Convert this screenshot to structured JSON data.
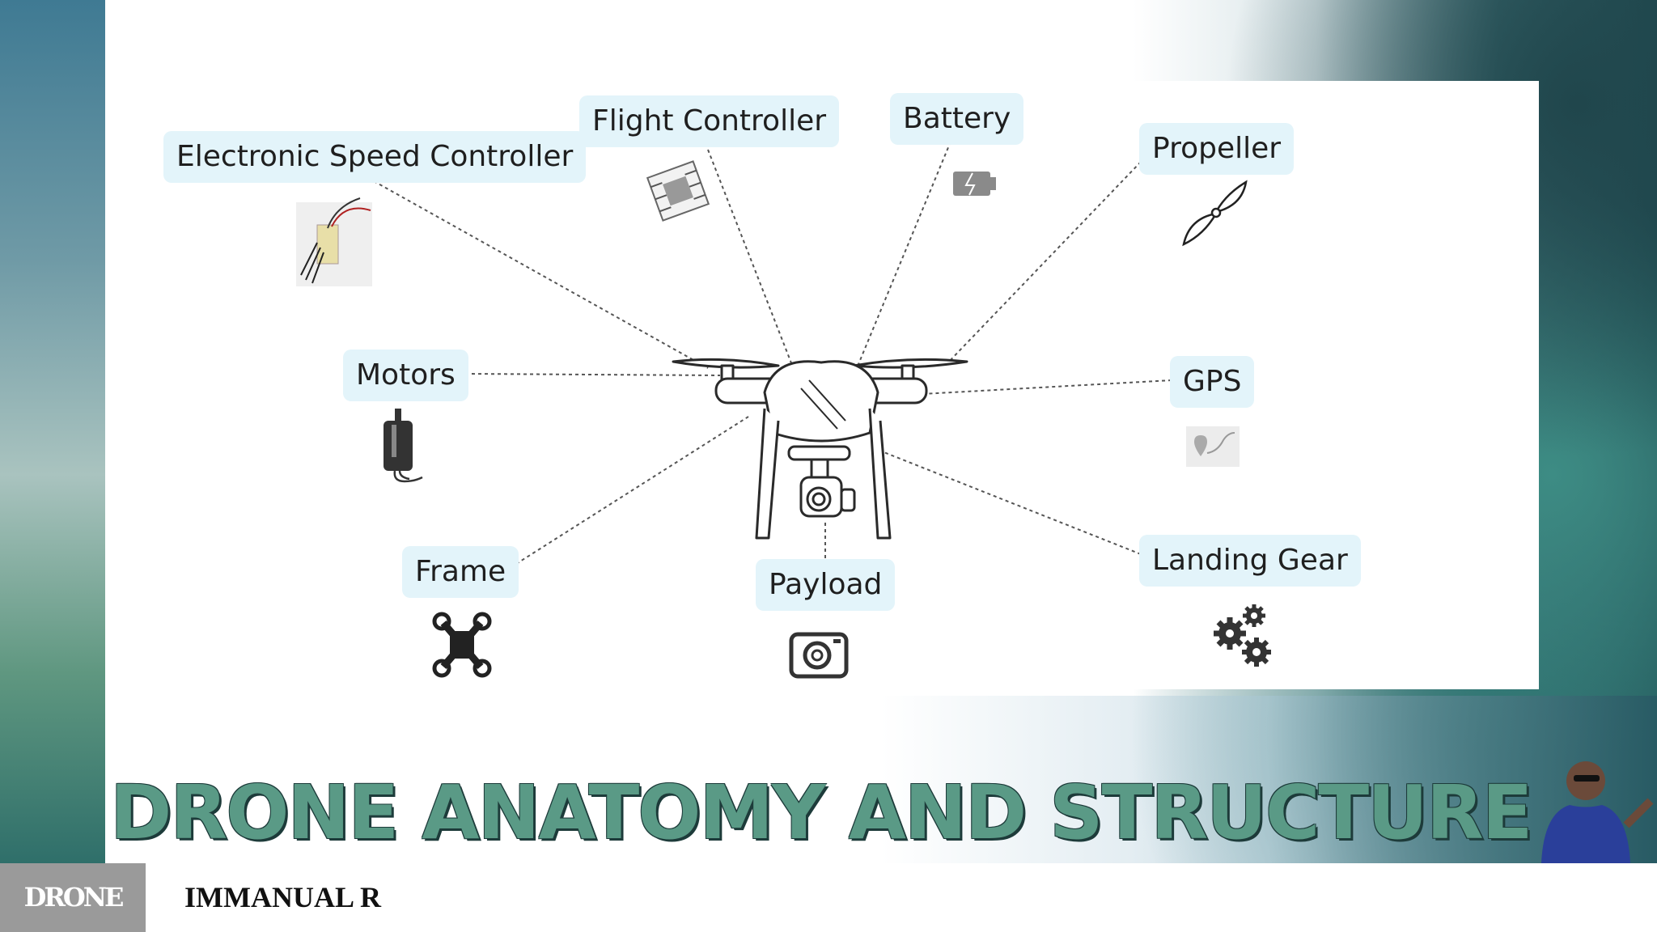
{
  "labels": {
    "esc": "Electronic Speed Controller",
    "flight_controller": "Flight Controller",
    "battery": "Battery",
    "propeller": "Propeller",
    "motors": "Motors",
    "gps": "GPS",
    "frame": "Frame",
    "payload": "Payload",
    "landing_gear": "Landing Gear"
  },
  "title": "DRONE ANATOMY AND STRUCTURE",
  "presenter": "IMMANUAL R",
  "logo": "DRONE",
  "icons": {
    "esc": "esc-board-icon",
    "flight_controller": "circuit-board-icon",
    "battery": "battery-icon",
    "propeller": "propeller-icon",
    "motors": "motor-icon",
    "gps": "map-pin-icon",
    "frame": "quad-frame-icon",
    "payload": "camera-icon",
    "landing_gear": "gears-icon"
  },
  "colors": {
    "label_bg": "#e3f4fa",
    "title": "#5a9a86",
    "title_outline": "#1d3b3a"
  }
}
